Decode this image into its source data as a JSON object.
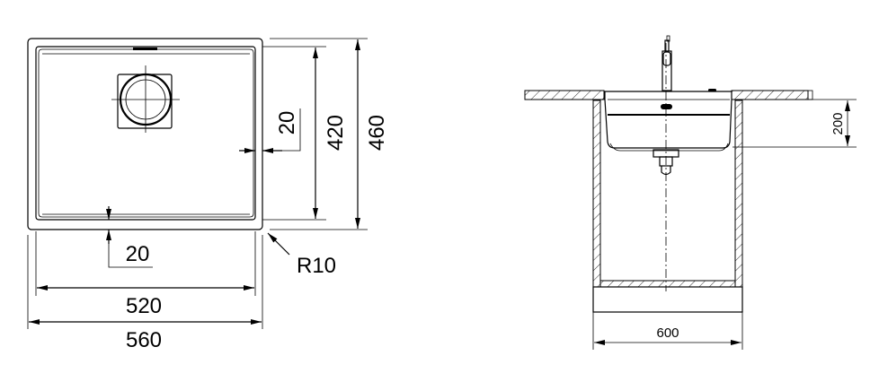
{
  "top_view": {
    "dim_rim": "20",
    "dim_bowl_depth_inner": "420",
    "dim_overall_depth": "460",
    "dim_rim_bottom": "20",
    "dim_radius": "R10",
    "dim_bowl_width": "520",
    "dim_overall_width": "560"
  },
  "side_view": {
    "dim_bowl_height": "200",
    "dim_cabinet_width": "600"
  }
}
